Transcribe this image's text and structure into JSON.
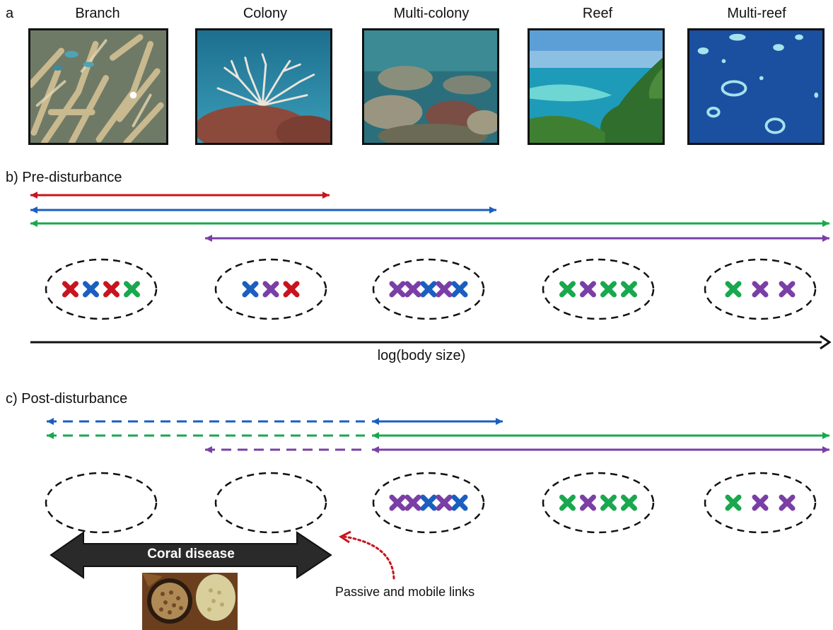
{
  "panel_labels": {
    "a": "a",
    "b": "b) Pre-disturbance",
    "c": "c) Post-disturbance"
  },
  "scales": [
    "Branch",
    "Colony",
    "Multi-colony",
    "Reef",
    "Multi-reef"
  ],
  "axis_label": "log(body size)",
  "disease_label": "Coral disease",
  "links_label": "Passive and mobile links",
  "colors": {
    "red": "#c8141e",
    "blue": "#1a5fc0",
    "green": "#19a84e",
    "purple": "#7a3fa6",
    "black": "#111111",
    "dotted_arrow": "#c8141e"
  },
  "pre_disturbance": {
    "ranges": [
      {
        "color": "red",
        "start_scale": "Branch",
        "end_scale": "Colony",
        "style": "solid"
      },
      {
        "color": "blue",
        "start_scale": "Branch",
        "end_scale": "Multi-colony",
        "style": "solid"
      },
      {
        "color": "green",
        "start_scale": "Branch",
        "end_scale": "Multi-reef",
        "style": "solid"
      },
      {
        "color": "purple",
        "start_scale": "Colony",
        "end_scale": "Multi-reef",
        "style": "solid"
      }
    ],
    "groups": [
      {
        "scale": "Branch",
        "marks": [
          "red",
          "blue",
          "red",
          "green"
        ]
      },
      {
        "scale": "Colony",
        "marks": [
          "blue",
          "purple",
          "red"
        ]
      },
      {
        "scale": "Multi-colony",
        "marks": [
          "purple",
          "purple",
          "blue",
          "purple",
          "blue"
        ]
      },
      {
        "scale": "Reef",
        "marks": [
          "green",
          "purple",
          "green",
          "green"
        ]
      },
      {
        "scale": "Multi-reef",
        "marks": [
          "green",
          "purple",
          "purple"
        ]
      }
    ]
  },
  "post_disturbance": {
    "ranges": [
      {
        "color": "blue",
        "segments": [
          {
            "from": "Branch",
            "to": "Multi-colony",
            "style": "dashed"
          },
          {
            "from": "Multi-colony",
            "to": "Multi-colony",
            "style": "solid"
          }
        ]
      },
      {
        "color": "green",
        "segments": [
          {
            "from": "Branch",
            "to": "Multi-colony",
            "style": "dashed"
          },
          {
            "from": "Multi-colony",
            "to": "Multi-reef",
            "style": "solid"
          }
        ]
      },
      {
        "color": "purple",
        "segments": [
          {
            "from": "Colony",
            "to": "Multi-colony",
            "style": "dashed"
          },
          {
            "from": "Multi-colony",
            "to": "Multi-reef",
            "style": "solid"
          }
        ]
      }
    ],
    "groups": [
      {
        "scale": "Branch",
        "marks": []
      },
      {
        "scale": "Colony",
        "marks": []
      },
      {
        "scale": "Multi-colony",
        "marks": [
          "purple",
          "purple",
          "blue",
          "purple",
          "blue"
        ]
      },
      {
        "scale": "Reef",
        "marks": [
          "green",
          "purple",
          "green",
          "green"
        ]
      },
      {
        "scale": "Multi-reef",
        "marks": [
          "green",
          "purple",
          "purple"
        ]
      }
    ]
  }
}
